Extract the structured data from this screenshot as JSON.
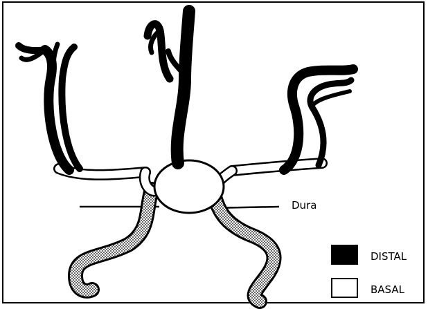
{
  "labels": {
    "dura": "Dura",
    "legend_distal": "DISTAL",
    "legend_basal": "BASAL"
  },
  "colors": {
    "distal": "#000000",
    "basal": "#ffffff",
    "outline": "#000000",
    "dura_line": "#000000"
  }
}
